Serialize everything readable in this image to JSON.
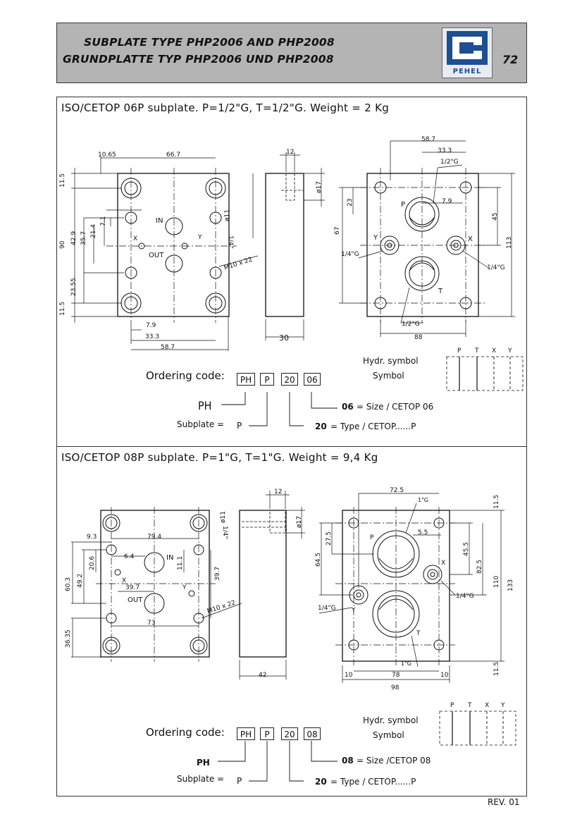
{
  "header": {
    "title_en": "SUBPLATE TYPE PHP2006 AND PHP2008",
    "title_de": "GRUNDPLATTE TYP PHP2006 UND PHP2008",
    "logo_monogram": "PH",
    "logo_text": "PEHEL",
    "page_number": "72"
  },
  "panel1": {
    "title": "ISO/CETOP 06P subplate. P=1/2\"G, T=1/2\"G. Weight = 2 Kg",
    "dims": {
      "d10_65": "10.65",
      "d66_7": "66.7",
      "d11_5a": "11.5",
      "d11_5b": "11.5",
      "d90": "90",
      "d42_9": "42.9",
      "d35_7": "35.7",
      "d21_4": "21.4",
      "d7_1": "7.1",
      "d23_55": "23.55",
      "d7_9": "7.9",
      "d33_3": "33.3",
      "d58_7": "58.7",
      "lbl_in": "IN",
      "lbl_out": "OUT",
      "lbl_x": "X",
      "lbl_y": "Y",
      "thread": "M10 x 22",
      "s12": "12",
      "s_d17": "ø17",
      "s_d11": "ø11",
      "s_1_4": "1/4\"",
      "s30": "30",
      "r58_7": "58.7",
      "r33_3": "33.3",
      "r1_2g_top": "1/2\"G",
      "r7_9": "7.9",
      "r23": "23",
      "r45": "45",
      "r67": "67",
      "r113": "113",
      "r1_4g_l": "1/4\"G",
      "r1_4g_r": "1/4\"G",
      "r1_2g_bot": "1/2\"G",
      "r88": "88",
      "r_p": "P",
      "r_t": "T",
      "r_x": "X",
      "r_y": "Y"
    },
    "hydr_line1": "Hydr. symbol",
    "hydr_line2": "Symbol",
    "sym_labels": [
      "P",
      "T",
      "X",
      "Y"
    ],
    "ordering_label": "Ordering code:",
    "code_boxes": [
      "PH",
      "P",
      "20",
      "06"
    ],
    "ph_label": "PH",
    "subplate_label": "Subplate =",
    "p_label": "P",
    "size_num": "06",
    "size_text": "= Size / CETOP 06",
    "type_num": "20",
    "type_text": "= Type /  CETOP......P"
  },
  "panel2": {
    "title": "ISO/CETOP 08P subplate. P=1\"G, T=1\"G. Weight = 9,4 Kg",
    "dims": {
      "d9_3": "9.3",
      "d79_4": "79.4",
      "d6_4": "6.4",
      "d20_6": "20.6",
      "d60_3": "60.3",
      "d49_2": "49.2",
      "d39_7a": "39.7",
      "d11_1": "11.1",
      "d39_7b": "39.7",
      "d73": "73",
      "d36_35": "36.35",
      "lbl_in": "IN",
      "lbl_out": "OUT",
      "lbl_x": "X",
      "lbl_y": "Y",
      "thread": "M10 x 22",
      "s12": "12",
      "s_d11": "ø11",
      "s_1_4": "1/4\"",
      "s_d17": "ø17",
      "s42": "42",
      "r72_5": "72.5",
      "r1g_top": "1\"G",
      "r5_5": "5.5",
      "r27_5": "27.5",
      "r64_5": "64.5",
      "r45_5": "45.5",
      "r82_5": "82.5",
      "r110": "110",
      "r133": "133",
      "r11_5a": "11.5",
      "r11_5b": "11.5",
      "r1_4g_l": "1/4\"G",
      "r1_4g_r": "1/4\"G",
      "r1g_bot": "1\"G",
      "r10a": "10",
      "r78": "78",
      "r10b": "10",
      "r98": "98",
      "r_p": "P",
      "r_t": "T",
      "r_x": "X",
      "r_y": "Y"
    },
    "hydr_line1": "Hydr. symbol",
    "hydr_line2": "Symbol",
    "sym_labels": [
      "P",
      "T",
      "X",
      "Y"
    ],
    "ordering_label": "Ordering code:",
    "code_boxes": [
      "PH",
      "P",
      "20",
      "08"
    ],
    "ph_label": "PH",
    "subplate_label": "Subplate =",
    "p_label": "P",
    "size_num": "08",
    "size_text": "= Size /CETOP 08",
    "type_num": "20",
    "type_text": "= Type / CETOP......P"
  },
  "revision": "REV.  01"
}
